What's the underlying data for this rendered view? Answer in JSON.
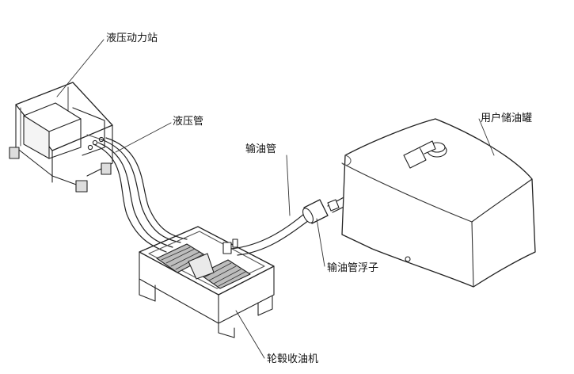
{
  "labels": {
    "power_station": "液压动力站",
    "hydraulic_hose": "液压管",
    "oil_pipe": "输油管",
    "storage_tank": "用户储油罐",
    "pipe_float": "输油管浮子",
    "skimmer": "轮毂收油机"
  }
}
